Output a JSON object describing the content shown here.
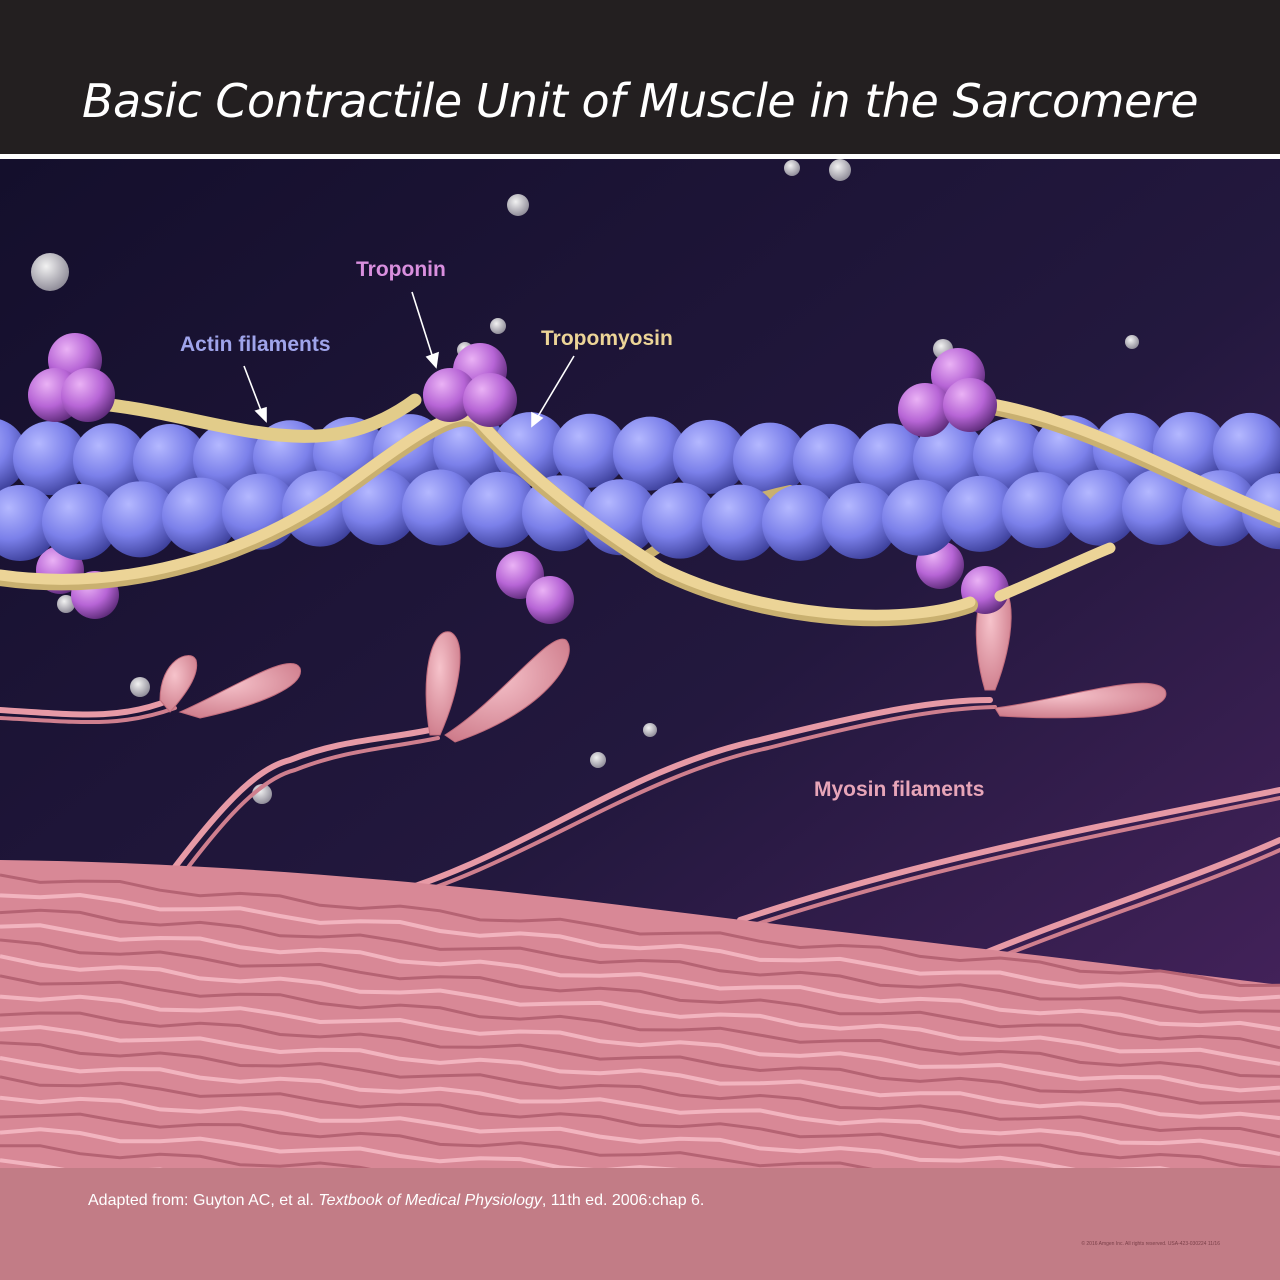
{
  "title": "Basic Contractile Unit of Muscle in the Sarcomere",
  "labels": {
    "troponin": "Troponin",
    "actin": "Actin filaments",
    "tropomyosin": "Tropomyosin",
    "myosin": "Myosin filaments"
  },
  "footer": {
    "citation_prefix": "Adapted from: Guyton AC, et al. ",
    "citation_book": "Textbook of Medical Physiology",
    "citation_suffix": ", 11th ed. 2006:chap 6.",
    "copyright": "© 2016 Amgen Inc. All rights reserved. USA-423-030224 11/16"
  },
  "colors": {
    "header": "#231f20",
    "footer": "#c27c86",
    "actin": "#7b80ea",
    "troponin": "#b765d6",
    "tropomyosin": "#e2cc8a",
    "myosin": "#e79aa6",
    "background": "#2a1840"
  }
}
